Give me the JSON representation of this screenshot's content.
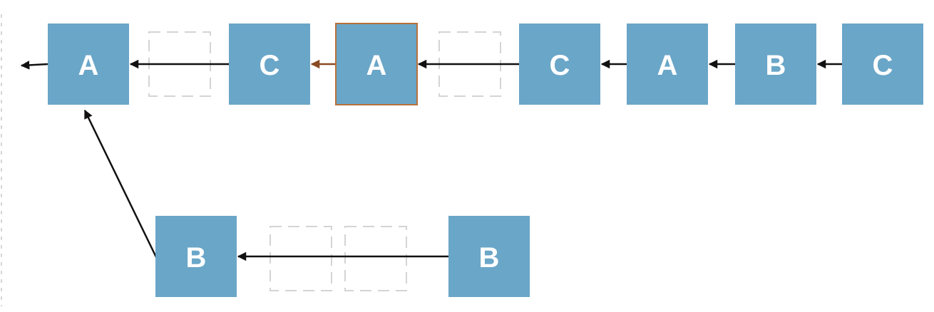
{
  "diagram": {
    "nodes": [
      {
        "id": "n1",
        "label": "A",
        "highlight": false
      },
      {
        "id": "n2",
        "label": "C",
        "highlight": false
      },
      {
        "id": "n3",
        "label": "A",
        "highlight": true
      },
      {
        "id": "n4",
        "label": "C",
        "highlight": false
      },
      {
        "id": "n5",
        "label": "A",
        "highlight": false
      },
      {
        "id": "n6",
        "label": "B",
        "highlight": false
      },
      {
        "id": "n7",
        "label": "C",
        "highlight": false
      },
      {
        "id": "n8",
        "label": "B",
        "highlight": false
      },
      {
        "id": "n9",
        "label": "B",
        "highlight": false
      }
    ],
    "edges": [
      {
        "from": "n1",
        "to": "out"
      },
      {
        "from": "n2",
        "to": "n1"
      },
      {
        "from": "n3",
        "to": "n2",
        "accent": true
      },
      {
        "from": "n4",
        "to": "n3"
      },
      {
        "from": "n5",
        "to": "n4"
      },
      {
        "from": "n6",
        "to": "n5"
      },
      {
        "from": "n7",
        "to": "n6"
      },
      {
        "from": "n8",
        "to": "n1"
      },
      {
        "from": "n9",
        "to": "n8"
      }
    ],
    "colors": {
      "node_fill": "#6aa6c8",
      "node_label": "#ffffff",
      "highlight_border": "#b8703a",
      "accent_edge": "#8a4a22",
      "edge": "#111111",
      "placeholder_border": "#d4d4d4"
    }
  }
}
